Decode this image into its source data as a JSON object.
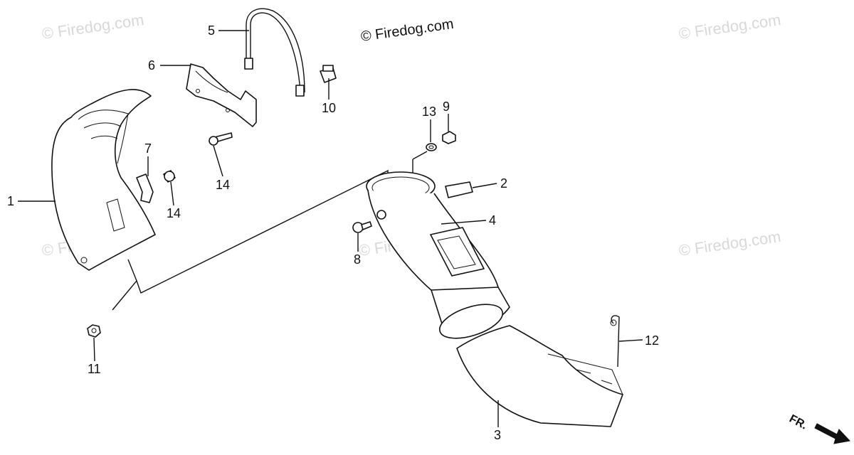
{
  "watermarks": {
    "main": "© Firedog.com",
    "faint": "© Firedog.com"
  },
  "callouts": {
    "c1": "1",
    "c2": "2",
    "c3": "3",
    "c4": "4",
    "c5": "5",
    "c6": "6",
    "c7": "7",
    "c8": "8",
    "c9": "9",
    "c10": "10",
    "c11": "11",
    "c12": "12",
    "c13": "13",
    "c14a": "14",
    "c14b": "14"
  },
  "direction": {
    "label": "FR."
  }
}
